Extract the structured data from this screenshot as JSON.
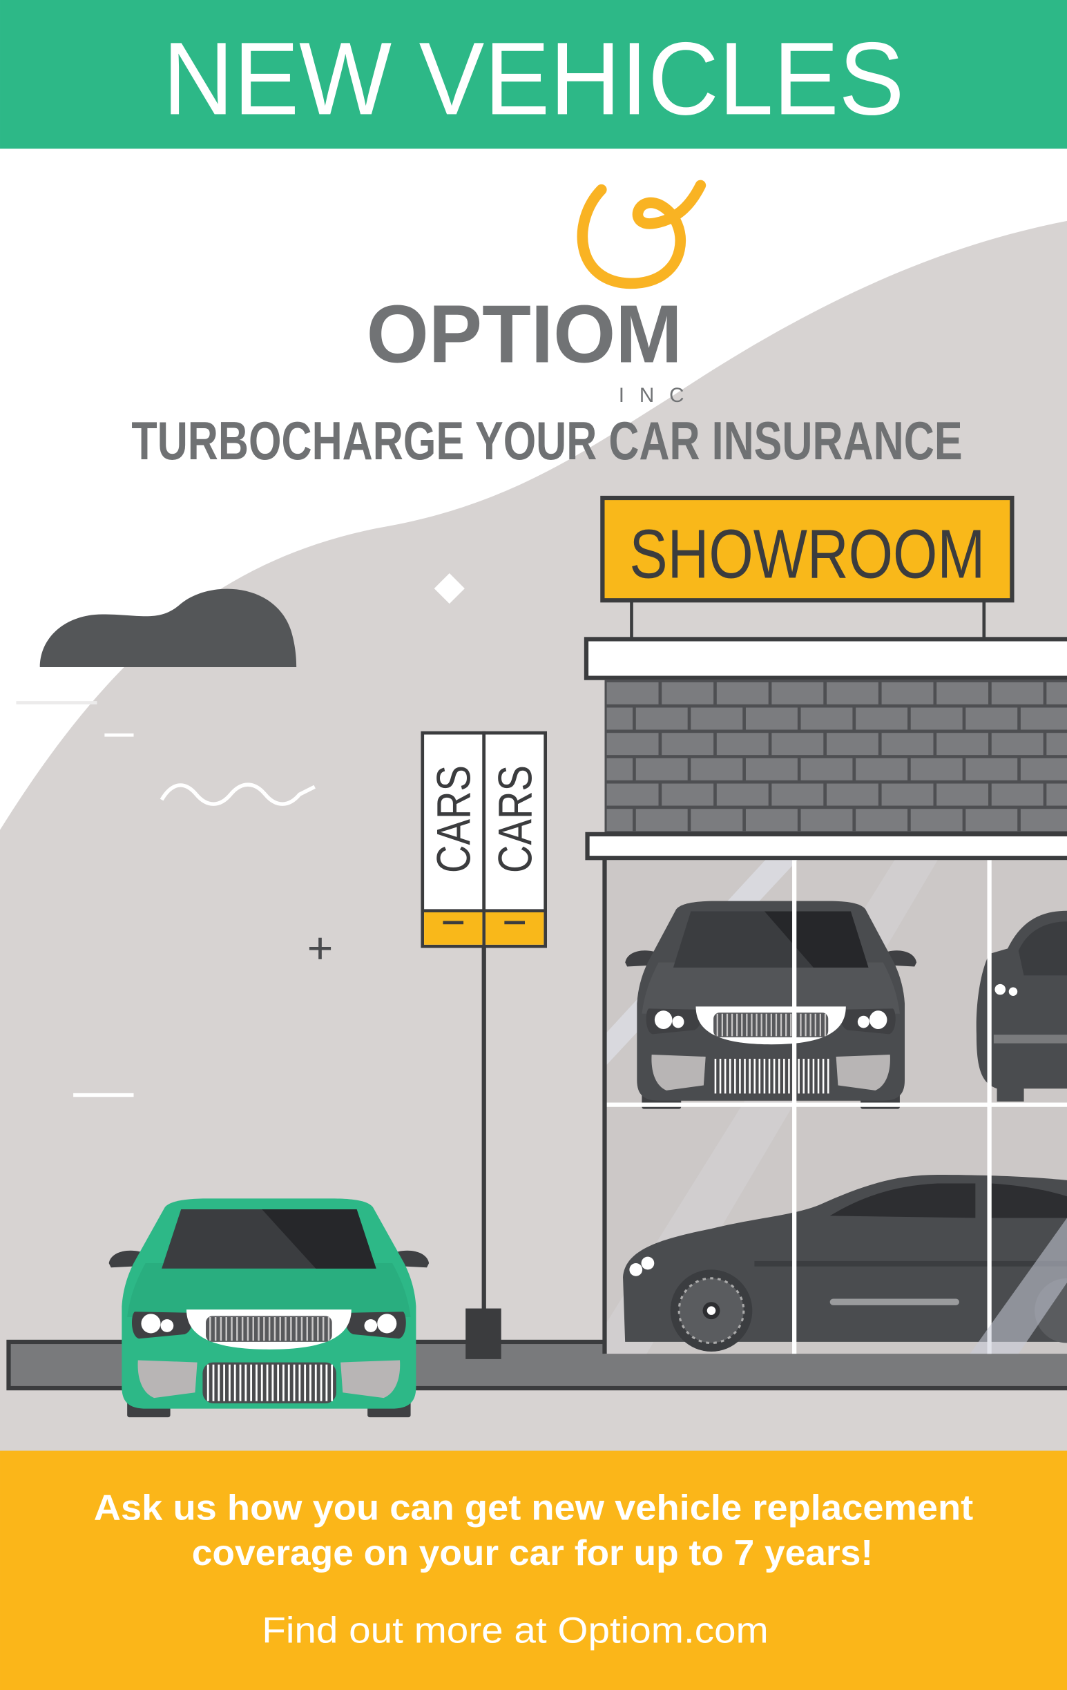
{
  "header": {
    "title": "NEW VEHICLES"
  },
  "logo": {
    "name": "OPTIOM",
    "suffix": "INC",
    "icon": "optiom-loop-logo"
  },
  "tagline": "TURBOCHARGE YOUR CAR INSURANCE",
  "showroom_sign": "SHOWROOM",
  "cars_signs": [
    "CARS",
    "CARS"
  ],
  "footer": {
    "line1": "Ask us how you can get new vehicle replacement",
    "line2": "coverage on your car for up to 7 years!",
    "cta": "Find out more at Optiom.com"
  },
  "colors": {
    "header_green": "#2DB887",
    "footer_yellow": "#FBB619",
    "logo_orange": "#F9B323",
    "text_gray": "#6f7173",
    "background_gray": "#d7d3d2",
    "car_green": "#2DB887",
    "car_dark": "#4a4c4f"
  }
}
